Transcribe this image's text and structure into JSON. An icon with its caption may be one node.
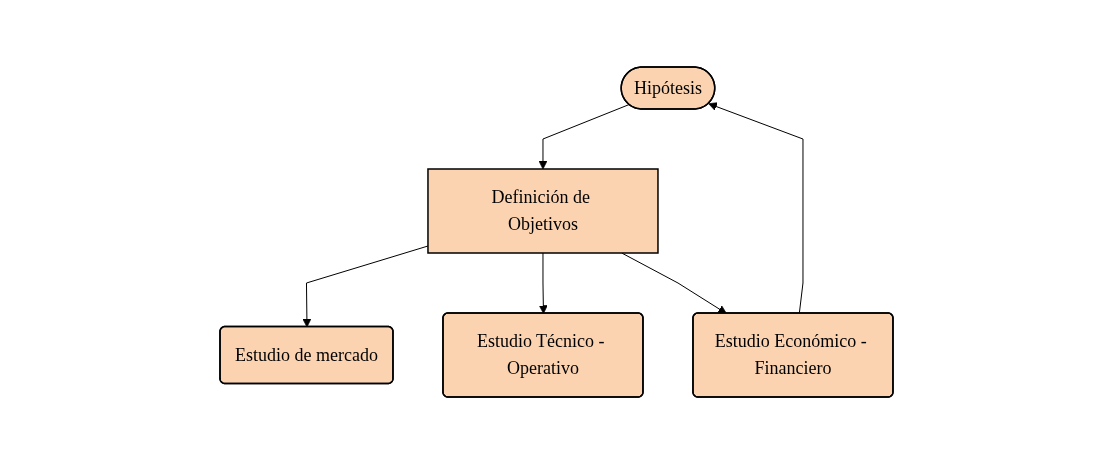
{
  "diagram": {
    "nodes": [
      {
        "text": [
          "Hipótesis"
        ]
      },
      {
        "text": [
          "Definición de Objetivos"
        ]
      },
      {
        "text": [
          "Estudio de mercado"
        ]
      },
      {
        "text": [
          "Estudio Técnico - Operativo"
        ]
      },
      {
        "text": [
          "Estudio Económico - Financiero"
        ]
      }
    ],
    "edges": [
      {
        "from": 0,
        "to": 1,
        "arrow": "to"
      },
      {
        "from": 1,
        "to": 2,
        "arrow": "to"
      },
      {
        "from": 1,
        "to": 3,
        "arrow": "to"
      },
      {
        "from": 1,
        "to": 4,
        "arrow": "to"
      },
      {
        "from": 4,
        "to": 0,
        "arrow": "to"
      }
    ]
  }
}
